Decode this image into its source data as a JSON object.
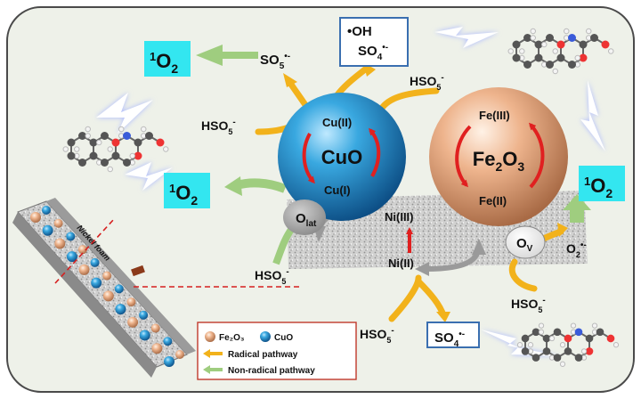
{
  "catalysts": {
    "cuo": {
      "name": "CuO",
      "upper": "Cu(II)",
      "lower": "Cu(I)"
    },
    "fe2o3": {
      "name_main": "Fe",
      "name_sub1": "2",
      "name_mid": "O",
      "name_sub2": "3",
      "upper": "Fe(III)",
      "lower": "Fe(II)"
    },
    "nickel": {
      "upper": "Ni(III)",
      "lower": "Ni(II)"
    },
    "support_label": "Nickel foam"
  },
  "sites": {
    "lattice_oxygen": {
      "main": "O",
      "sub": "lat"
    },
    "vacancy": {
      "main": "O",
      "sub": "V"
    }
  },
  "species": {
    "hso5": {
      "main": "HSO",
      "sub": "5",
      "sup": "-"
    },
    "so5": {
      "main": "SO",
      "sub": "5",
      "sup": "•-"
    },
    "so4": {
      "main": "SO",
      "sub": "4",
      "sup": "•-"
    },
    "oh": "•OH",
    "o2": {
      "main": "O",
      "sub": "2",
      "sup": "•-"
    },
    "singlet": {
      "sup": "1",
      "main": "O",
      "sub": "2"
    }
  },
  "legend": {
    "fe2o3": "Fe₂O₃",
    "cuo": "CuO",
    "radical": "Radical pathway",
    "nonradical": "Non-radical pathway"
  },
  "colors": {
    "background": "#eef1e9",
    "cuo_ball": "#1f8bc6",
    "fe2o3_ball": "#e3a37a",
    "radical_arrow": "#f2b21b",
    "nonradical_arrow": "#9fcd7f",
    "singlet_box": "#33e6f0",
    "red_arrow": "#e02020",
    "gray_arrow": "#9a9a9a"
  }
}
